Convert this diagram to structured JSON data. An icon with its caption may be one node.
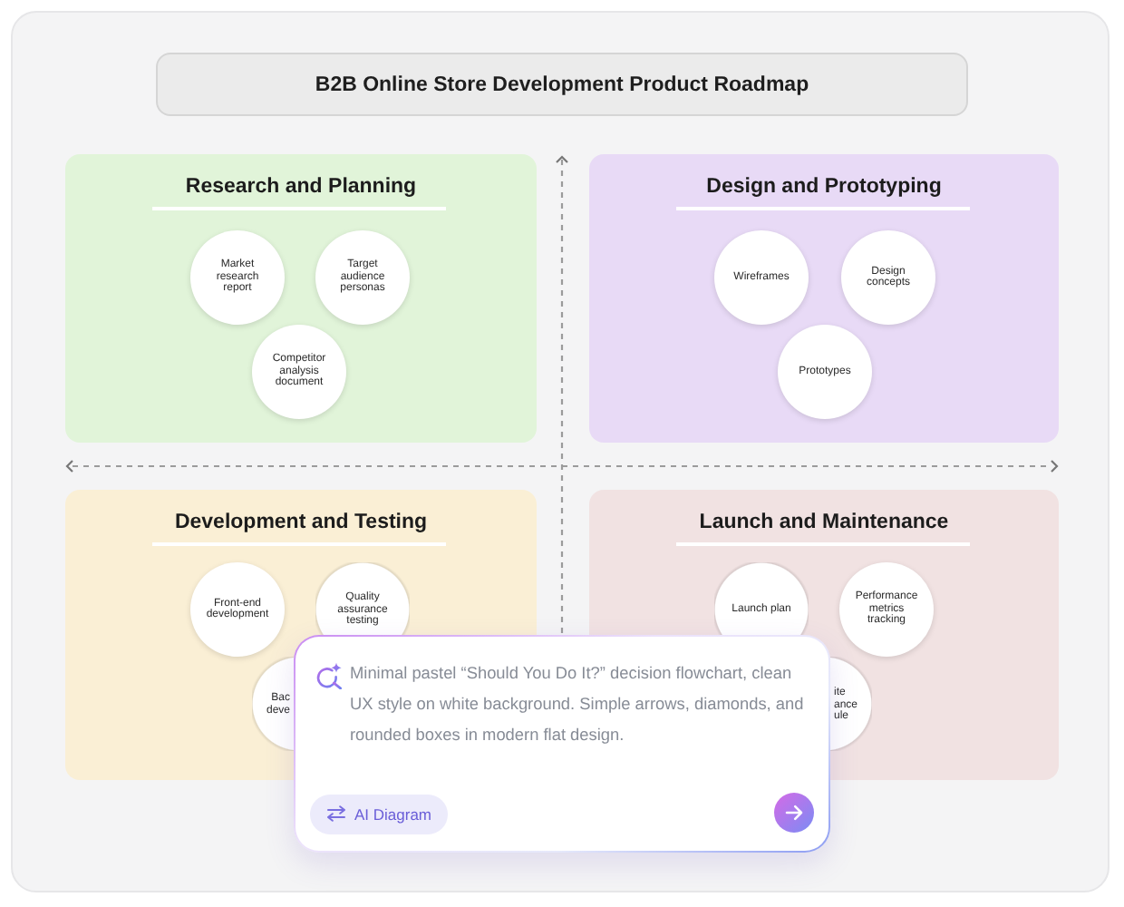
{
  "diagram": {
    "title": "B2B Online Store Development Product Roadmap",
    "nodes": [
      {
        "text": [
          "Research and Planning"
        ]
      },
      {
        "text": [
          "Market research report"
        ],
        "in": 0
      },
      {
        "text": [
          "Target audience personas"
        ],
        "in": 0
      },
      {
        "text": [
          "Competitor analysis document"
        ],
        "in": 0
      },
      {
        "text": [
          "Design and Prototyping"
        ]
      },
      {
        "text": [
          "Wireframes"
        ],
        "in": 4
      },
      {
        "text": [
          "Design concepts"
        ],
        "in": 4
      },
      {
        "text": [
          "Prototypes"
        ],
        "in": 4
      },
      {
        "text": [
          "Development and Testing"
        ]
      },
      {
        "text": [
          "Front-end development"
        ],
        "in": 8
      },
      {
        "text": [
          "Quality assurance testing"
        ],
        "in": 8
      },
      {
        "text": [
          "Bac deve"
        ],
        "in": 8
      },
      {
        "text": [
          "Launch and Maintenance"
        ]
      },
      {
        "text": [
          "Launch plan"
        ],
        "in": 12
      },
      {
        "text": [
          "Performance metrics tracking"
        ],
        "in": 12
      },
      {
        "text": [
          "ite ance ule"
        ],
        "in": 12
      },
      {
        "text": [
          "Minimal pastel “Should You Do It?” decision flowchart, clean UX style on white background. Simple arrows, diamonds, and rounded boxes in modern flat design."
        ]
      },
      {
        "text": [
          "AI Diagram"
        ],
        "in": 16
      }
    ]
  }
}
